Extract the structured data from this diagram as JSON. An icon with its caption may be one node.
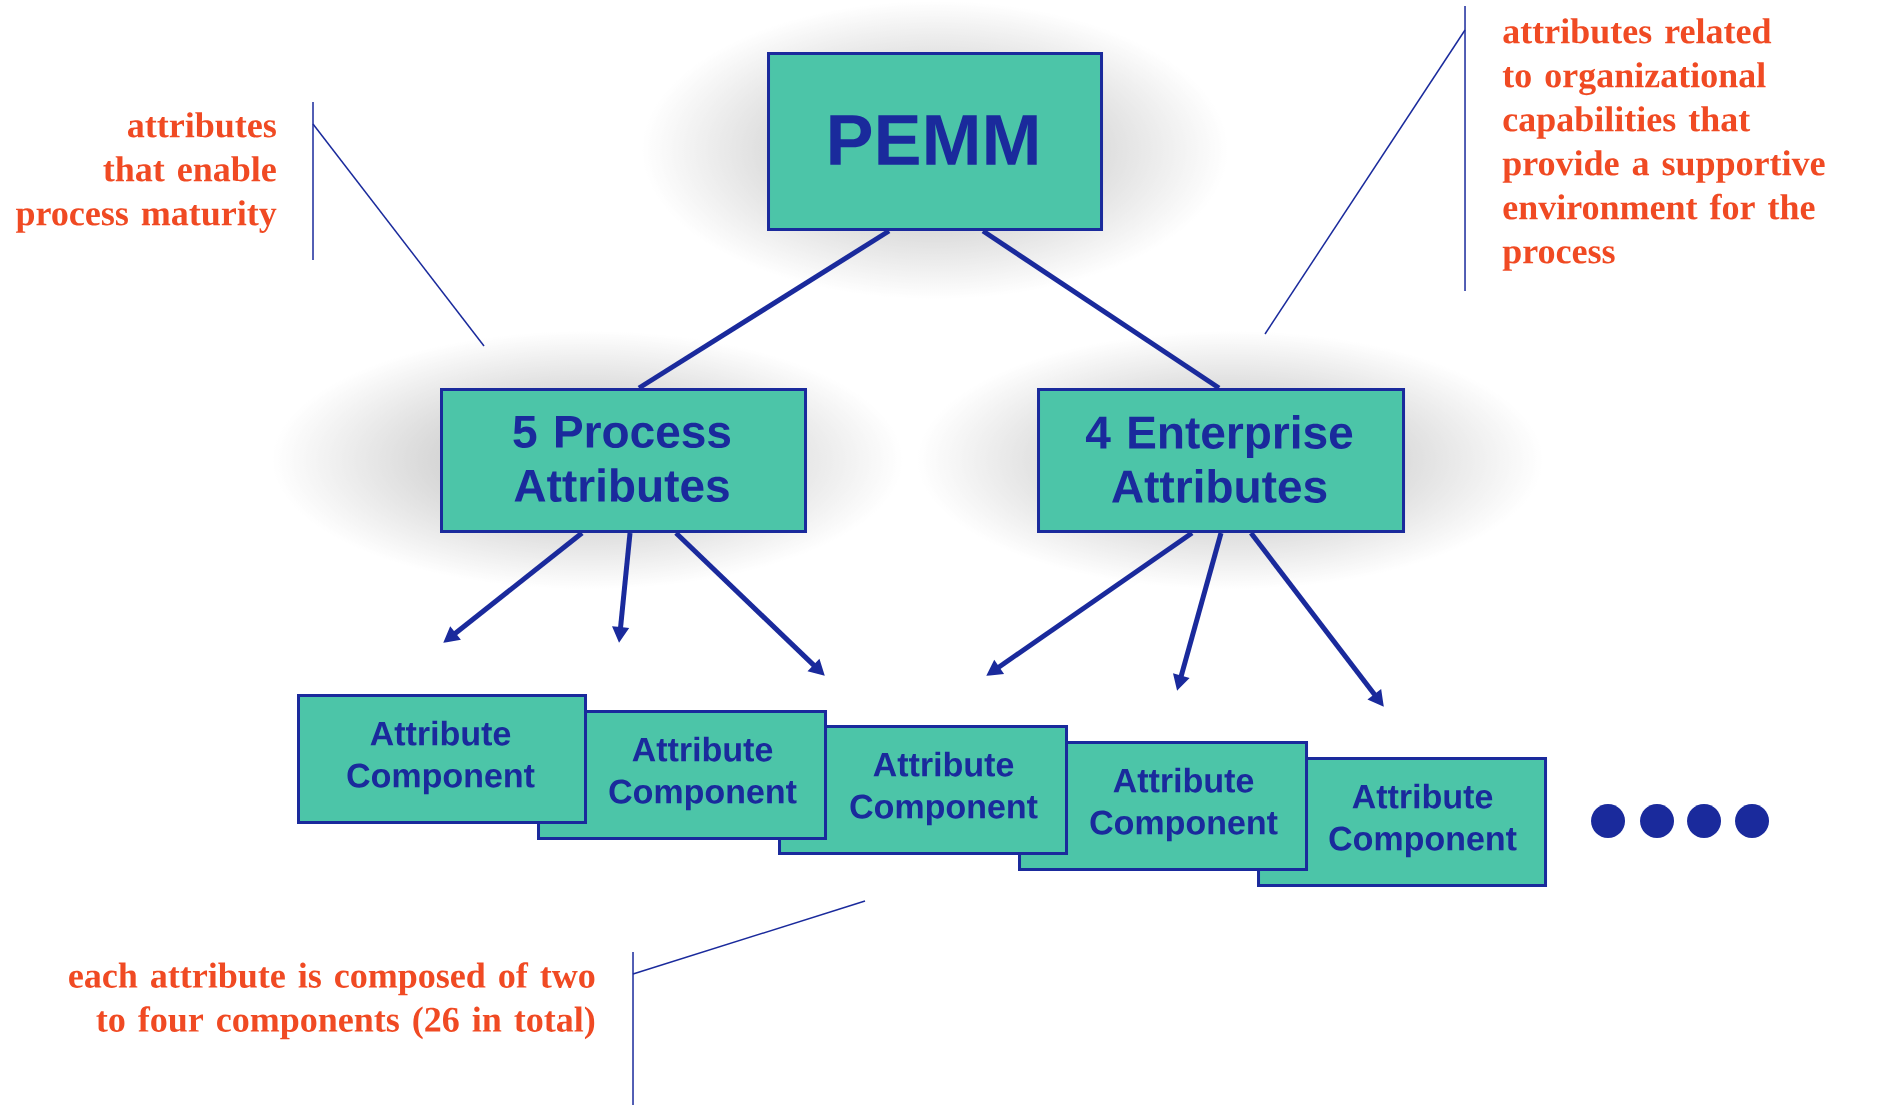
{
  "diagram": {
    "nodes": [
      {
        "text": [
          "PEMM"
        ]
      },
      {
        "text": [
          "5 Process Attributes"
        ]
      },
      {
        "text": [
          "4 Enterprise Attributes"
        ]
      },
      {
        "text": [
          "Attribute Component"
        ]
      },
      {
        "text": [
          "Attribute Component"
        ]
      },
      {
        "text": [
          "Attribute Component"
        ]
      },
      {
        "text": [
          "Attribute Component"
        ]
      },
      {
        "text": [
          "Attribute Component"
        ]
      },
      {
        "text": [
          "attributes that enable process maturity"
        ]
      },
      {
        "text": [
          "attributes related to organizational capabilities that provide a supportive environment for the process"
        ]
      },
      {
        "text": [
          "each attribute is composed of two to four components (26 in total)"
        ]
      }
    ],
    "edges": [
      {
        "from": 0,
        "to": 1,
        "arrow": "none"
      },
      {
        "from": 0,
        "to": 2,
        "arrow": "none"
      },
      {
        "from": 1,
        "to": null,
        "arrow": "to"
      },
      {
        "from": 1,
        "to": null,
        "arrow": "to"
      },
      {
        "from": 1,
        "to": null,
        "arrow": "to"
      },
      {
        "from": 2,
        "to": null,
        "arrow": "to"
      },
      {
        "from": 2,
        "to": null,
        "arrow": "to"
      },
      {
        "from": 2,
        "to": null,
        "arrow": "to"
      },
      {
        "from": 8,
        "to": null,
        "arrow": "none"
      },
      {
        "from": 9,
        "to": null,
        "arrow": "none"
      },
      {
        "from": 10,
        "to": null,
        "arrow": "none"
      }
    ]
  }
}
